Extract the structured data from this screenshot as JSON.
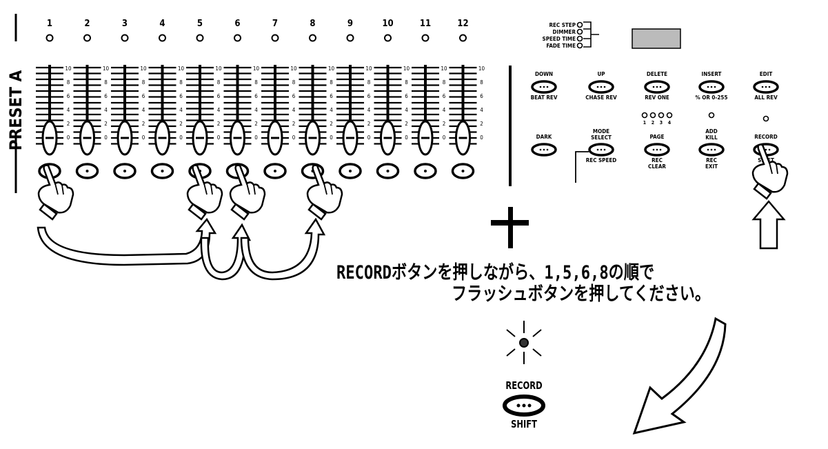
{
  "preset_label": "PRESET A",
  "faders": {
    "numbers": [
      "1",
      "2",
      "3",
      "4",
      "5",
      "6",
      "7",
      "8",
      "9",
      "10",
      "11",
      "12"
    ],
    "scale_labels": [
      "10",
      "8",
      "6",
      "4",
      "2",
      "0"
    ]
  },
  "display_leds": [
    "REC STEP",
    "DIMMER",
    "SPEED TIME",
    "FADE TIME"
  ],
  "buttons_row1": [
    {
      "top": "DOWN",
      "bottom": "BEAT REV"
    },
    {
      "top": "UP",
      "bottom": "CHASE REV"
    },
    {
      "top": "DELETE",
      "bottom": "REV ONE"
    },
    {
      "top": "INSERT",
      "bottom": "% OR 0-255"
    },
    {
      "top": "EDIT",
      "bottom": "ALL REV"
    }
  ],
  "page_leds": [
    "1",
    "2",
    "3",
    "4"
  ],
  "buttons_row2": [
    {
      "top": "DARK",
      "bottom": ""
    },
    {
      "top": "MODE SELECT",
      "bottom": "REC SPEED"
    },
    {
      "top": "PAGE",
      "bottom": "REC CLEAR"
    },
    {
      "top": "ADD KILL",
      "bottom": "REC EXIT"
    },
    {
      "top": "RECORD",
      "bottom": "SHIFT"
    }
  ],
  "instruction": {
    "line1": "RECORDボタンを押しながら、1,5,6,8の順で",
    "line2": "フラッシュボタンを押してください。"
  },
  "result_button": {
    "top": "RECORD",
    "bottom": "SHIFT"
  },
  "icons": [
    "pointing-hand-icon",
    "plus-icon",
    "up-arrow-icon",
    "curved-arrow-icon",
    "led-glow-icon"
  ]
}
